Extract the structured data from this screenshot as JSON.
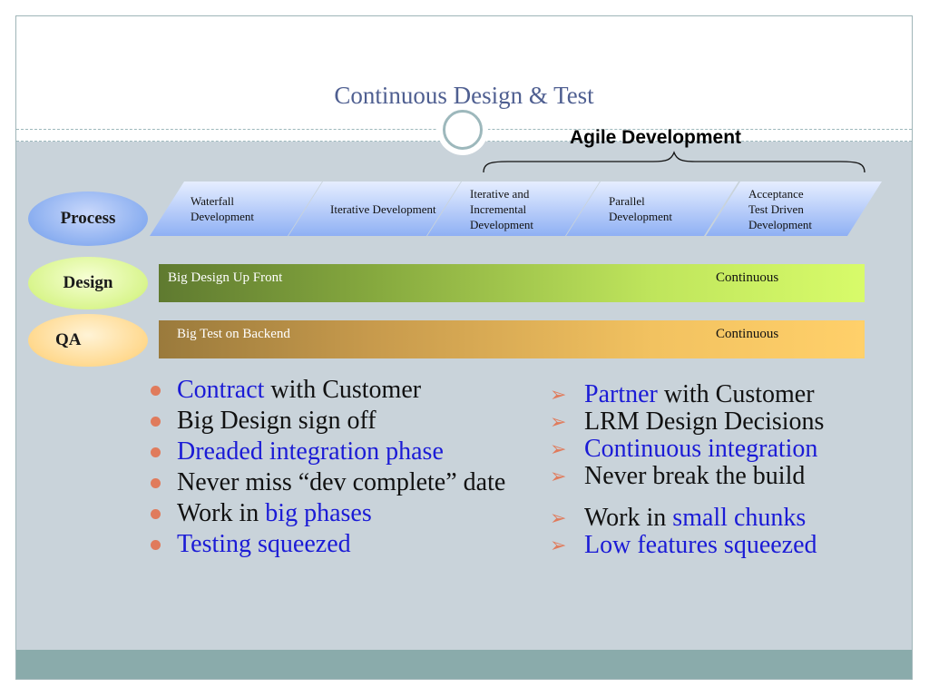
{
  "slide": {
    "title": "Continuous Design & Test",
    "agile_label": "Agile Development"
  },
  "rows": {
    "process": "Process",
    "design": "Design",
    "qa": "QA"
  },
  "stages": [
    {
      "label": "Waterfall\nDevelopment"
    },
    {
      "label": "Iterative Development"
    },
    {
      "label": "Iterative and\nIncremental\nDevelopment"
    },
    {
      "label": "Parallel\nDevelopment"
    },
    {
      "label": "Acceptance\nTest Driven\nDevelopment"
    }
  ],
  "bars": {
    "design_start": "Big Design Up Front",
    "design_end": "Continuous",
    "qa_start": "Big Test on Backend",
    "qa_end": "Continuous"
  },
  "left_bullets": [
    {
      "a": "Contract",
      "b": " with Customer"
    },
    {
      "a": "",
      "b": "Big Design sign off"
    },
    {
      "a": "Dreaded integration phase",
      "b": ""
    },
    {
      "a": "",
      "b": "Never miss “dev complete” date"
    },
    {
      "a": "big phases",
      "b": "Work in "
    },
    {
      "a": "Testing squeezed",
      "b": ""
    }
  ],
  "right_bullets": [
    {
      "a": "Partner",
      "b": " with Customer"
    },
    {
      "b": "LRM Design Decisions"
    },
    {
      "a": "Continuous integration"
    },
    {
      "b": "Never break the build"
    },
    {
      "a": "small chunks",
      "b": "Work in "
    },
    {
      "a": "Low features squeezed"
    }
  ],
  "colors": {
    "title": "#4f5f91",
    "accent_blue": "#1b1bd6",
    "bullet": "#e07b5c",
    "panel": "#c9d3da",
    "footer": "#8aabab"
  }
}
